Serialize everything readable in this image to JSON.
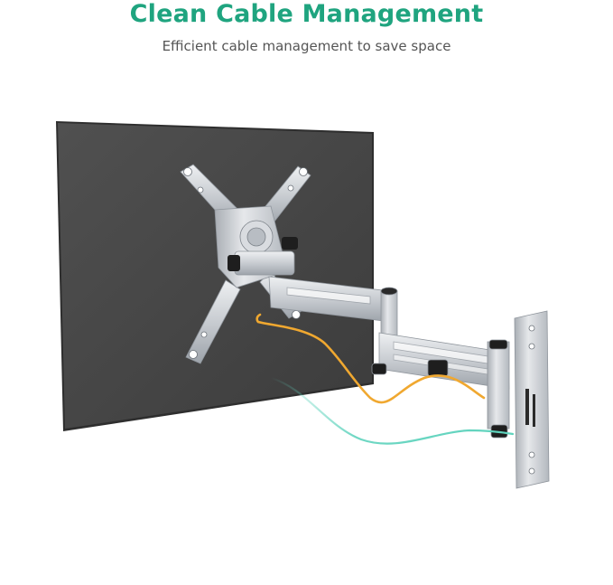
{
  "header": {
    "title": "Clean Cable Management",
    "subtitle": "Efficient cable management to save space"
  },
  "colors": {
    "title": "#1fa47f",
    "subtitle": "#555555",
    "monitor": "#4a4a4a",
    "cable": "#f0a830",
    "cable_path_hint": "#5fd3bd",
    "mount_metal": "#c9cdd2"
  },
  "scene": {
    "objects": [
      "monitor",
      "vesa-plate",
      "swing-arm",
      "wall-plate",
      "cable",
      "cable-path-hint"
    ]
  }
}
